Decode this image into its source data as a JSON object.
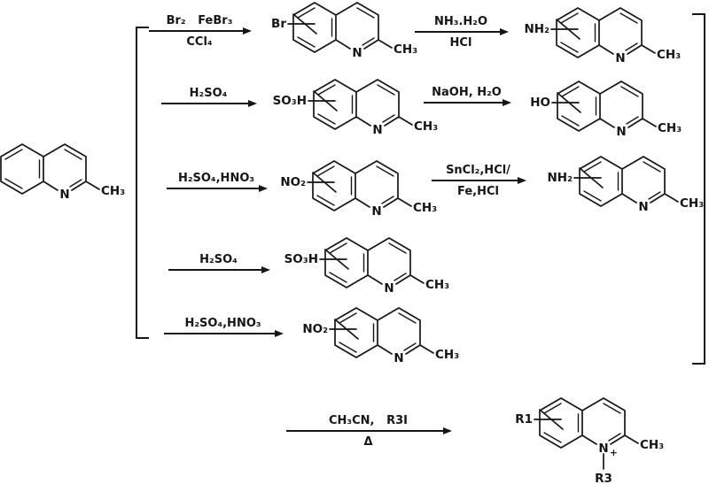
{
  "diagram": {
    "type": "chemical-reaction-scheme",
    "subject": "2-methylquinoline substitution pathways and quaternization",
    "ink_color": "#161616",
    "background": "#ffffff"
  },
  "molecules": {
    "start": {
      "n": "N",
      "methyl": "CH₃"
    },
    "p1": {
      "sub": "Br",
      "n": "N",
      "methyl": "CH₃"
    },
    "p2": {
      "sub": "NH₂",
      "n": "N",
      "methyl": "CH₃"
    },
    "p3": {
      "sub": "SO₃H",
      "n": "N",
      "methyl": "CH₃"
    },
    "p4": {
      "sub": "HO",
      "n": "N",
      "methyl": "CH₃"
    },
    "p5": {
      "sub": "NO₂",
      "n": "N",
      "methyl": "CH₃"
    },
    "p6": {
      "sub": "NH₂",
      "n": "N",
      "methyl": "CH₃"
    },
    "p7": {
      "sub": "SO₃H",
      "n": "N",
      "methyl": "CH₃"
    },
    "p8": {
      "sub": "NO₂",
      "n": "N",
      "methyl": "CH₃"
    },
    "p9": {
      "sub": "R1",
      "n": "N",
      "charge": "+",
      "methyl": "CH₃",
      "n_substituent": "R3"
    }
  },
  "arrows": {
    "a1": {
      "top": "Br₂   FeBr₃",
      "bottom": "CCl₄"
    },
    "a2": {
      "top": "H₂SO₄",
      "bottom": ""
    },
    "a3": {
      "top": "H₂SO₄,HNO₃",
      "bottom": ""
    },
    "a4": {
      "top": "H₂SO₄",
      "bottom": ""
    },
    "a5": {
      "top": "H₂SO₄,HNO₃",
      "bottom": ""
    },
    "b1": {
      "top": "NH₃.H₂O",
      "bottom": "HCl"
    },
    "b2": {
      "top": "NaOH, H₂O",
      "bottom": ""
    },
    "b3": {
      "top": "SnCl₂,HCl/",
      "bottom": "Fe,HCl"
    },
    "c1": {
      "top": "CH₃CN,   R3I",
      "bottom": "Δ"
    }
  }
}
